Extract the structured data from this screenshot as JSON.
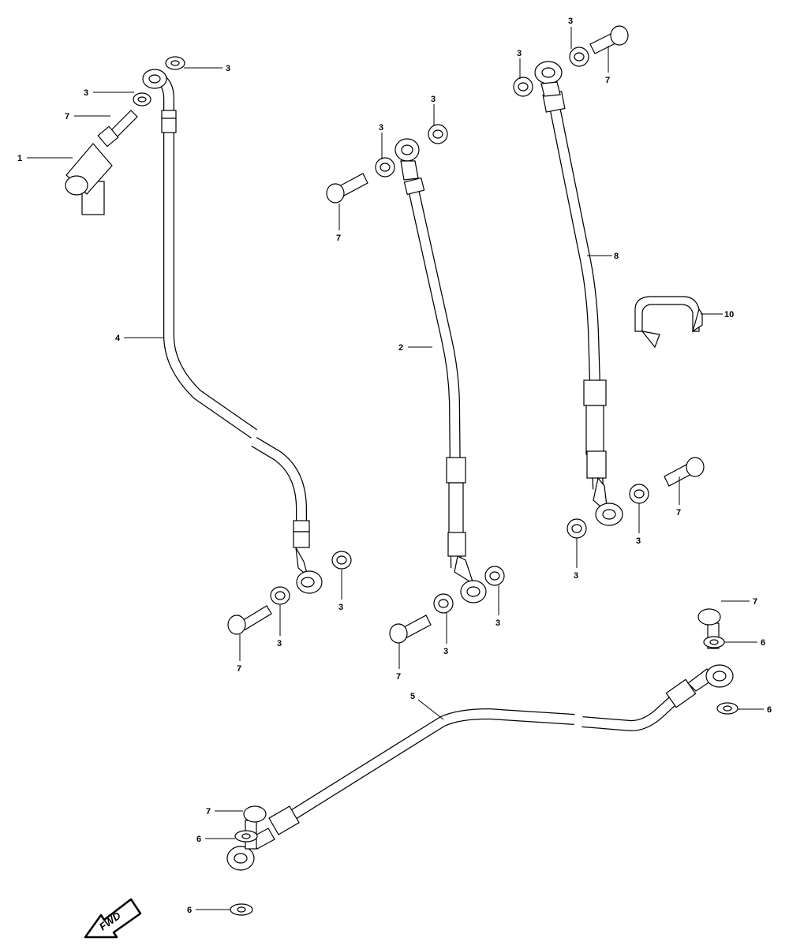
{
  "callouts": [
    {
      "id": "c1",
      "text": "1"
    },
    {
      "id": "c2",
      "text": "3"
    },
    {
      "id": "c3",
      "text": "3"
    },
    {
      "id": "c4",
      "text": "7"
    },
    {
      "id": "c5",
      "text": "4"
    },
    {
      "id": "c6",
      "text": "3"
    },
    {
      "id": "c7",
      "text": "3"
    },
    {
      "id": "c8",
      "text": "7"
    },
    {
      "id": "c9",
      "text": "3"
    },
    {
      "id": "c10",
      "text": "3"
    },
    {
      "id": "c11",
      "text": "7"
    },
    {
      "id": "c12",
      "text": "2"
    },
    {
      "id": "c13",
      "text": "3"
    },
    {
      "id": "c14",
      "text": "3"
    },
    {
      "id": "c15",
      "text": "7"
    },
    {
      "id": "c16",
      "text": "3"
    },
    {
      "id": "c17",
      "text": "3"
    },
    {
      "id": "c18",
      "text": "7"
    },
    {
      "id": "c19",
      "text": "8"
    },
    {
      "id": "c20",
      "text": "10"
    },
    {
      "id": "c21",
      "text": "7"
    },
    {
      "id": "c22",
      "text": "3"
    },
    {
      "id": "c23",
      "text": "3"
    },
    {
      "id": "c24",
      "text": "7"
    },
    {
      "id": "c25",
      "text": "6"
    },
    {
      "id": "c26",
      "text": "6"
    },
    {
      "id": "c27",
      "text": "5"
    },
    {
      "id": "c28",
      "text": "7"
    },
    {
      "id": "c29",
      "text": "6"
    },
    {
      "id": "c30",
      "text": "6"
    }
  ],
  "fwd_label": "FWD"
}
